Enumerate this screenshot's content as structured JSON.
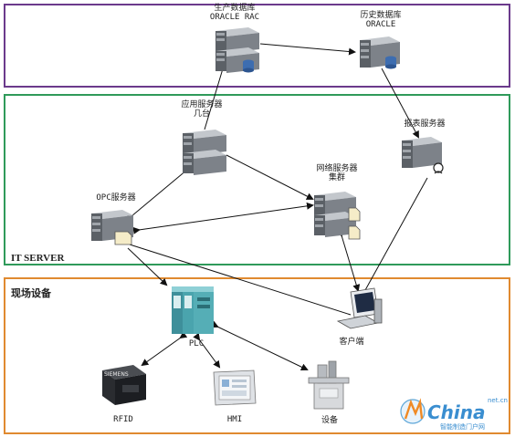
{
  "zones": {
    "database": "",
    "it_server": "IT SERVER",
    "field": "现场设备"
  },
  "nodes": {
    "prod_db": {
      "line1": "生产数据库",
      "line2": "ORACLE RAC"
    },
    "hist_db": {
      "line1": "历史数据库",
      "line2": "ORACLE"
    },
    "app_server": {
      "line1": "应用服务器",
      "line2": "几台"
    },
    "report_server": {
      "line1": "报表服务器"
    },
    "web_server": {
      "line1": "网络服务器",
      "line2": "集群"
    },
    "opc_server": {
      "line1": "OPC服务器"
    },
    "plc": {
      "line1": "PLC"
    },
    "client": {
      "line1": "客户端"
    },
    "rfid": {
      "line1": "RFID",
      "device_text": "SIEMENS"
    },
    "hmi": {
      "line1": "HMI"
    },
    "equipment": {
      "line1": "设备"
    }
  },
  "watermark": {
    "brand": "China",
    "domain": "net.cn",
    "tagline": "智能制造门户网"
  },
  "colors": {
    "db_zone": "#6b3a8c",
    "it_zone": "#2f9a5a",
    "field_zone": "#e08a30",
    "server_body": "#6d7278",
    "server_light": "#a9aeb4"
  }
}
